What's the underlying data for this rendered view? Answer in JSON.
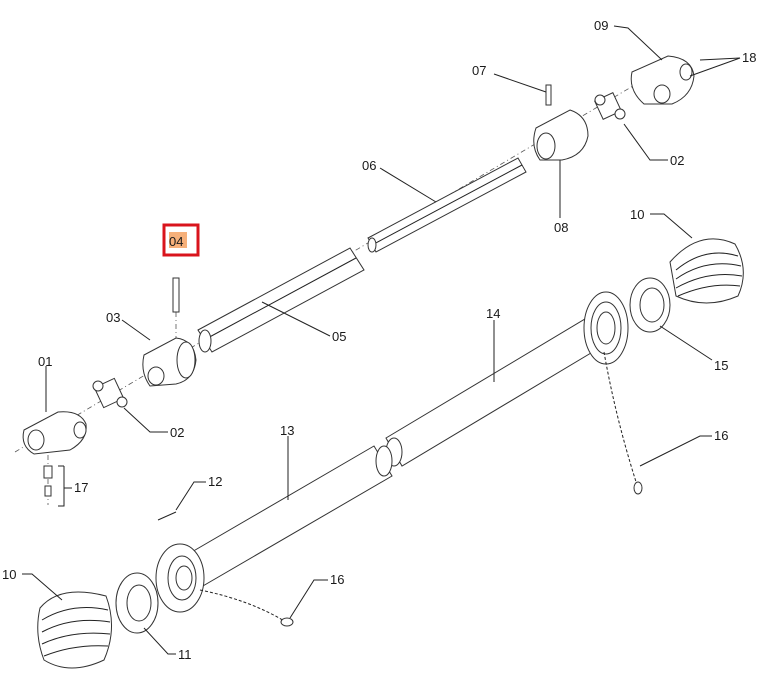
{
  "colors": {
    "highlight_border": "#d9141c",
    "highlight_fill": "#f6b07a",
    "line": "#333333"
  },
  "labels": {
    "p01": "01",
    "p02_left": "02",
    "p02_right": "02",
    "p03": "03",
    "p04": "04",
    "p05": "05",
    "p06": "06",
    "p07": "07",
    "p08": "08",
    "p09": "09",
    "p10_right": "10",
    "p10_left": "10",
    "p11": "11",
    "p12": "12",
    "p13": "13",
    "p14": "14",
    "p15": "15",
    "p16_right": "16",
    "p16_left": "16",
    "p17": "17",
    "p18": "18"
  }
}
